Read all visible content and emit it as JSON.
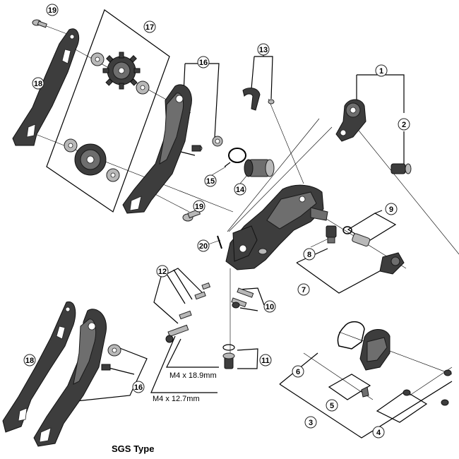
{
  "callouts": [
    {
      "id": "c19a",
      "label": "19"
    },
    {
      "id": "c17",
      "label": "17"
    },
    {
      "id": "c18a",
      "label": "18"
    },
    {
      "id": "c16a",
      "label": "16"
    },
    {
      "id": "c13",
      "label": "13"
    },
    {
      "id": "c1",
      "label": "1"
    },
    {
      "id": "c2",
      "label": "2"
    },
    {
      "id": "c15",
      "label": "15"
    },
    {
      "id": "c14",
      "label": "14"
    },
    {
      "id": "c19b",
      "label": "19"
    },
    {
      "id": "c9",
      "label": "9"
    },
    {
      "id": "c20",
      "label": "20"
    },
    {
      "id": "c8",
      "label": "8"
    },
    {
      "id": "c12",
      "label": "12"
    },
    {
      "id": "c7",
      "label": "7"
    },
    {
      "id": "c10",
      "label": "10"
    },
    {
      "id": "c11",
      "label": "11"
    },
    {
      "id": "c18b",
      "label": "18"
    },
    {
      "id": "c16b",
      "label": "16"
    },
    {
      "id": "c6",
      "label": "6"
    },
    {
      "id": "c5",
      "label": "5"
    },
    {
      "id": "c3",
      "label": "3"
    },
    {
      "id": "c4",
      "label": "4"
    }
  ],
  "specs": {
    "bolt_long": "M4 x 18.9mm",
    "bolt_short": "M4 x 12.7mm"
  },
  "variant_label": "SGS Type",
  "colors": {
    "line": "#000000",
    "part_mid": "#6e6e6e",
    "part_dark": "#3d3d3d",
    "part_light": "#b8b8b8",
    "callout_fill": "#ffffff"
  }
}
